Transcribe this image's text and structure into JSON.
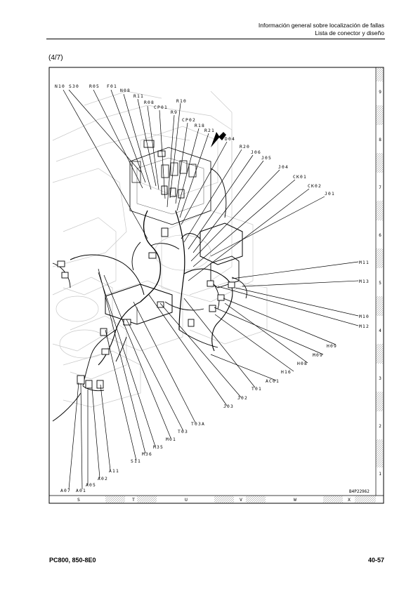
{
  "header": {
    "line1": "Información general sobre localización de fallas",
    "line2": "Lista de conector y diseño"
  },
  "page_fraction": "(4/7)",
  "figure": {
    "drawing_code": "B4P22962",
    "grid_cols": [
      "S",
      "T",
      "U",
      "V",
      "W",
      "X"
    ],
    "grid_rows": [
      "9",
      "8",
      "7",
      "6",
      "5",
      "4",
      "3",
      "2",
      "1"
    ],
    "connectors": {
      "N10": "N10",
      "S30": "S30",
      "R05": "R05",
      "F01": "F01",
      "N08": "N08",
      "R11": "R11",
      "R08": "R08",
      "CP01": "CP01",
      "R10": "R10",
      "R9": "R9",
      "CP02": "CP02",
      "R18": "R18",
      "R21": "R21",
      "D04": "D04",
      "R20": "R20",
      "J06": "J06",
      "J05": "J05",
      "J04": "J04",
      "CK01": "CK01",
      "CK02": "CK02",
      "J01": "J01",
      "M11": "M11",
      "M13": "M13",
      "M10": "M10",
      "M12": "M12",
      "H09": "H09",
      "M09": "M09",
      "H08": "H08",
      "H16": "H16",
      "AC01": "AC01",
      "T01": "T01",
      "J02": "J02",
      "J03": "J03",
      "T03A": "T03A",
      "T03": "T03",
      "M01": "M01",
      "M35": "M35",
      "M36": "M36",
      "S11": "S11",
      "A11": "A11",
      "A02": "A02",
      "A05": "A05",
      "A07": "A07",
      "A01": "A01"
    }
  },
  "footer": {
    "model": "PC800, 850-8E0",
    "page": "40-57"
  }
}
